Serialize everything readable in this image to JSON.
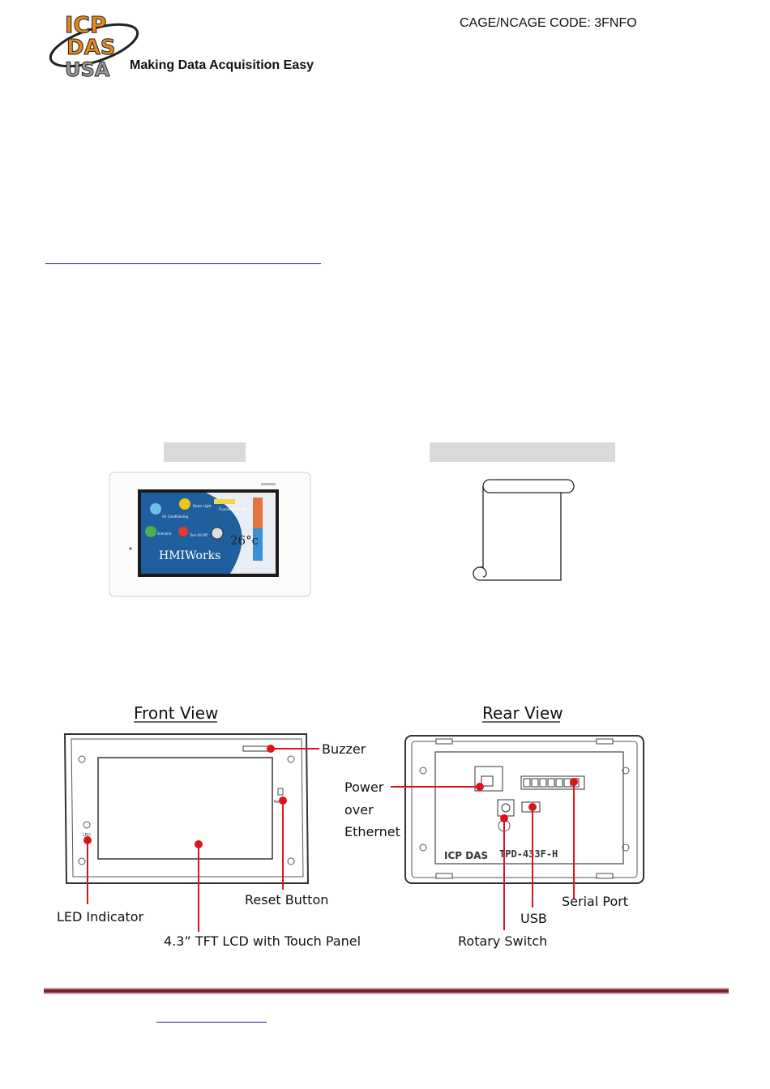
{
  "header": {
    "logo_lines": [
      "ICP",
      "DAS",
      "USA"
    ],
    "tagline": "Making Data Acquisition Easy",
    "cage_code": "CAGE/NCAGE CODE: 3FNFO"
  },
  "device_screen": {
    "labels": [
      "Air Conditioning",
      "Down Light",
      "Fluorescent Light",
      "Scenario",
      "Turn All Off"
    ],
    "temperature": "26°c",
    "brand": "HMIWorks"
  },
  "front_view": {
    "title": "Front View",
    "labels": {
      "buzzer": "Buzzer",
      "led_indicator": "LED Indicator",
      "reset_button": "Reset Button",
      "lcd": "4.3” TFT LCD with Touch Panel",
      "led_mark": "LED",
      "reset_mark": "Reset"
    }
  },
  "rear_view": {
    "title": "Rear View",
    "labels": {
      "power_over": "Power",
      "over": "over",
      "ethernet": "Ethernet",
      "serial_port": "Serial Port",
      "usb": "USB",
      "rotary_switch": "Rotary Switch",
      "model": "TPD-433F-H"
    }
  },
  "colors": {
    "accent_red": "#d9141c",
    "footer_rule": "#7a1f2b",
    "link_blue": "#1a1aa0",
    "bar_grey": "#d9d9d9"
  }
}
